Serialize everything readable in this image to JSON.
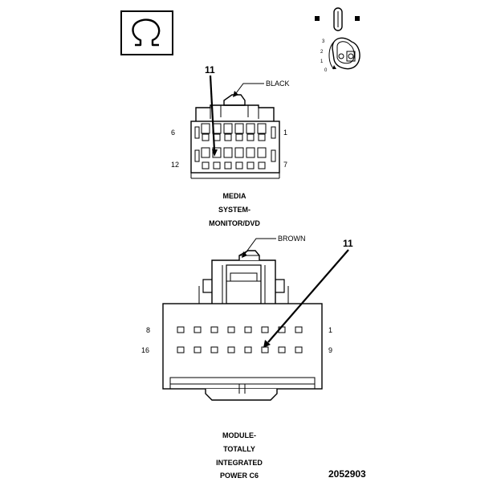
{
  "legend_symbol": "omega-symbol",
  "key_positions": [
    "3",
    "2",
    "1",
    "0"
  ],
  "connector_top": {
    "color_label": "BLACK",
    "callout_number": "11",
    "pin_labels": {
      "top_left": "6",
      "top_right": "1",
      "bottom_left": "12",
      "bottom_right": "7"
    },
    "caption": [
      "MEDIA",
      "SYSTEM-",
      "MONITOR/DVD"
    ]
  },
  "connector_bottom": {
    "color_label": "BROWN",
    "callout_number": "11",
    "pin_labels": {
      "top_left": "8",
      "top_right": "1",
      "bottom_left": "16",
      "bottom_right": "9"
    },
    "caption": [
      "MODULE-",
      "TOTALLY",
      "INTEGRATED",
      "POWER C6"
    ]
  },
  "figure_id": "2052903"
}
